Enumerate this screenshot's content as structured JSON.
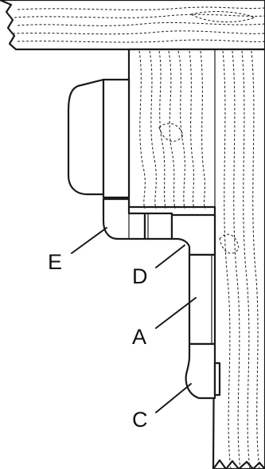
{
  "diagram": {
    "callouts": {
      "A": "A",
      "C": "C",
      "D": "D",
      "E": "E"
    },
    "colors": {
      "line": "#1a1a1a",
      "background": "#ffffff"
    }
  }
}
